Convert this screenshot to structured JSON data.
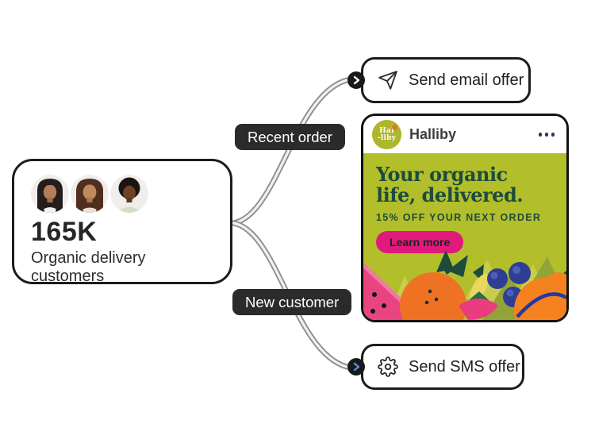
{
  "audience_card": {
    "count": "165K",
    "label": "Organic delivery customers",
    "avatars": [
      "woman-dark-long-hair",
      "woman-brown-long-hair",
      "woman-short-curly-hair"
    ]
  },
  "branches": {
    "recent_order_label": "Recent order",
    "new_customer_label": "New customer"
  },
  "actions": {
    "email": {
      "label": "Send email offer",
      "icon": "send-icon"
    },
    "sms": {
      "label": "Send SMS offer",
      "icon": "gear-icon"
    }
  },
  "ad_card": {
    "logo": {
      "line1": "Hal",
      "line2": "-liby"
    },
    "brand": "Halliby",
    "menu_icon": "ellipsis-icon",
    "headline": "Your organic life, delivered.",
    "offer": "15% OFF YOUR NEXT ORDER",
    "cta_label": "Learn more"
  },
  "colors": {
    "ad_green": "#B2BE2A",
    "ad_dark_green": "#1D4B3C",
    "cta_pink": "#E0197D",
    "pill_dark": "#2B2B2B",
    "card_border": "#1C1C1C",
    "connector_gray": "#8F8F8F",
    "connector_light": "#F1F1F1",
    "menu_navy": "#2E3A59",
    "arrow_chevron_blue": "#5E8BEF"
  }
}
